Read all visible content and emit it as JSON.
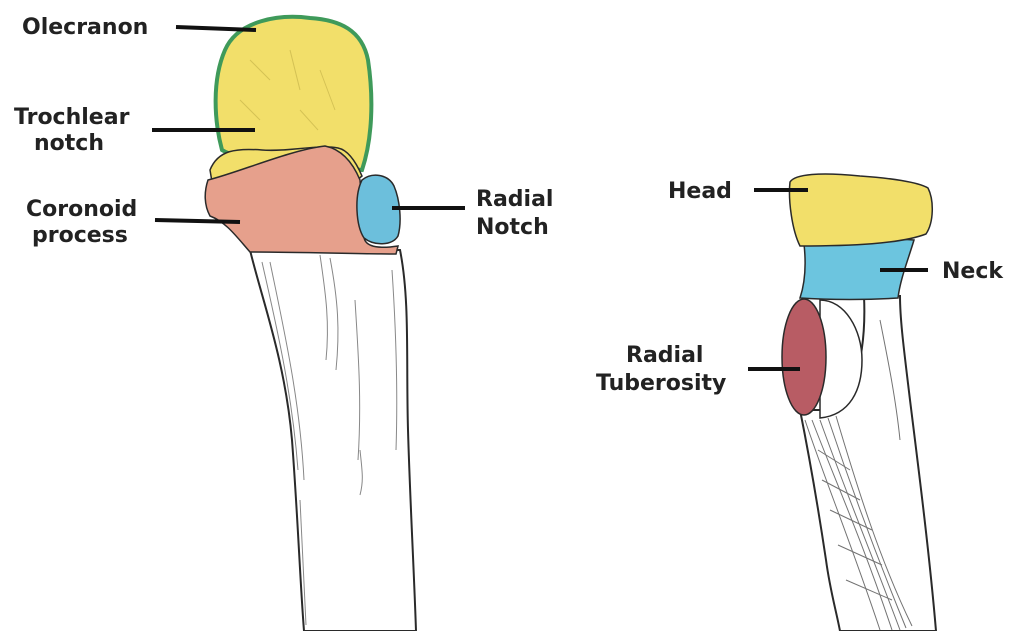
{
  "labels": {
    "olecranon": "Olecranon",
    "trochlear_notch": [
      "Trochlear",
      "notch"
    ],
    "coronoid_process": [
      "Coronoid",
      "process"
    ],
    "radial_notch": [
      "Radial",
      "Notch"
    ],
    "head": "Head",
    "neck": "Neck",
    "radial_tuberosity": [
      "Radial",
      "Tuberosity"
    ]
  },
  "colors": {
    "olecranon": "#f2df6a",
    "olecranon_edge": "#3f9a5a",
    "trochlear_notch": "#f2df6a",
    "coronoid_process": "#e6a08c",
    "radial_notch": "#6cbfdc",
    "head": "#f2df6a",
    "neck": "#6cc5df",
    "radial_tuberosity": "#b85c64",
    "bone": "#ffffff",
    "outline": "#2a2a2a",
    "leader": "#111111"
  }
}
